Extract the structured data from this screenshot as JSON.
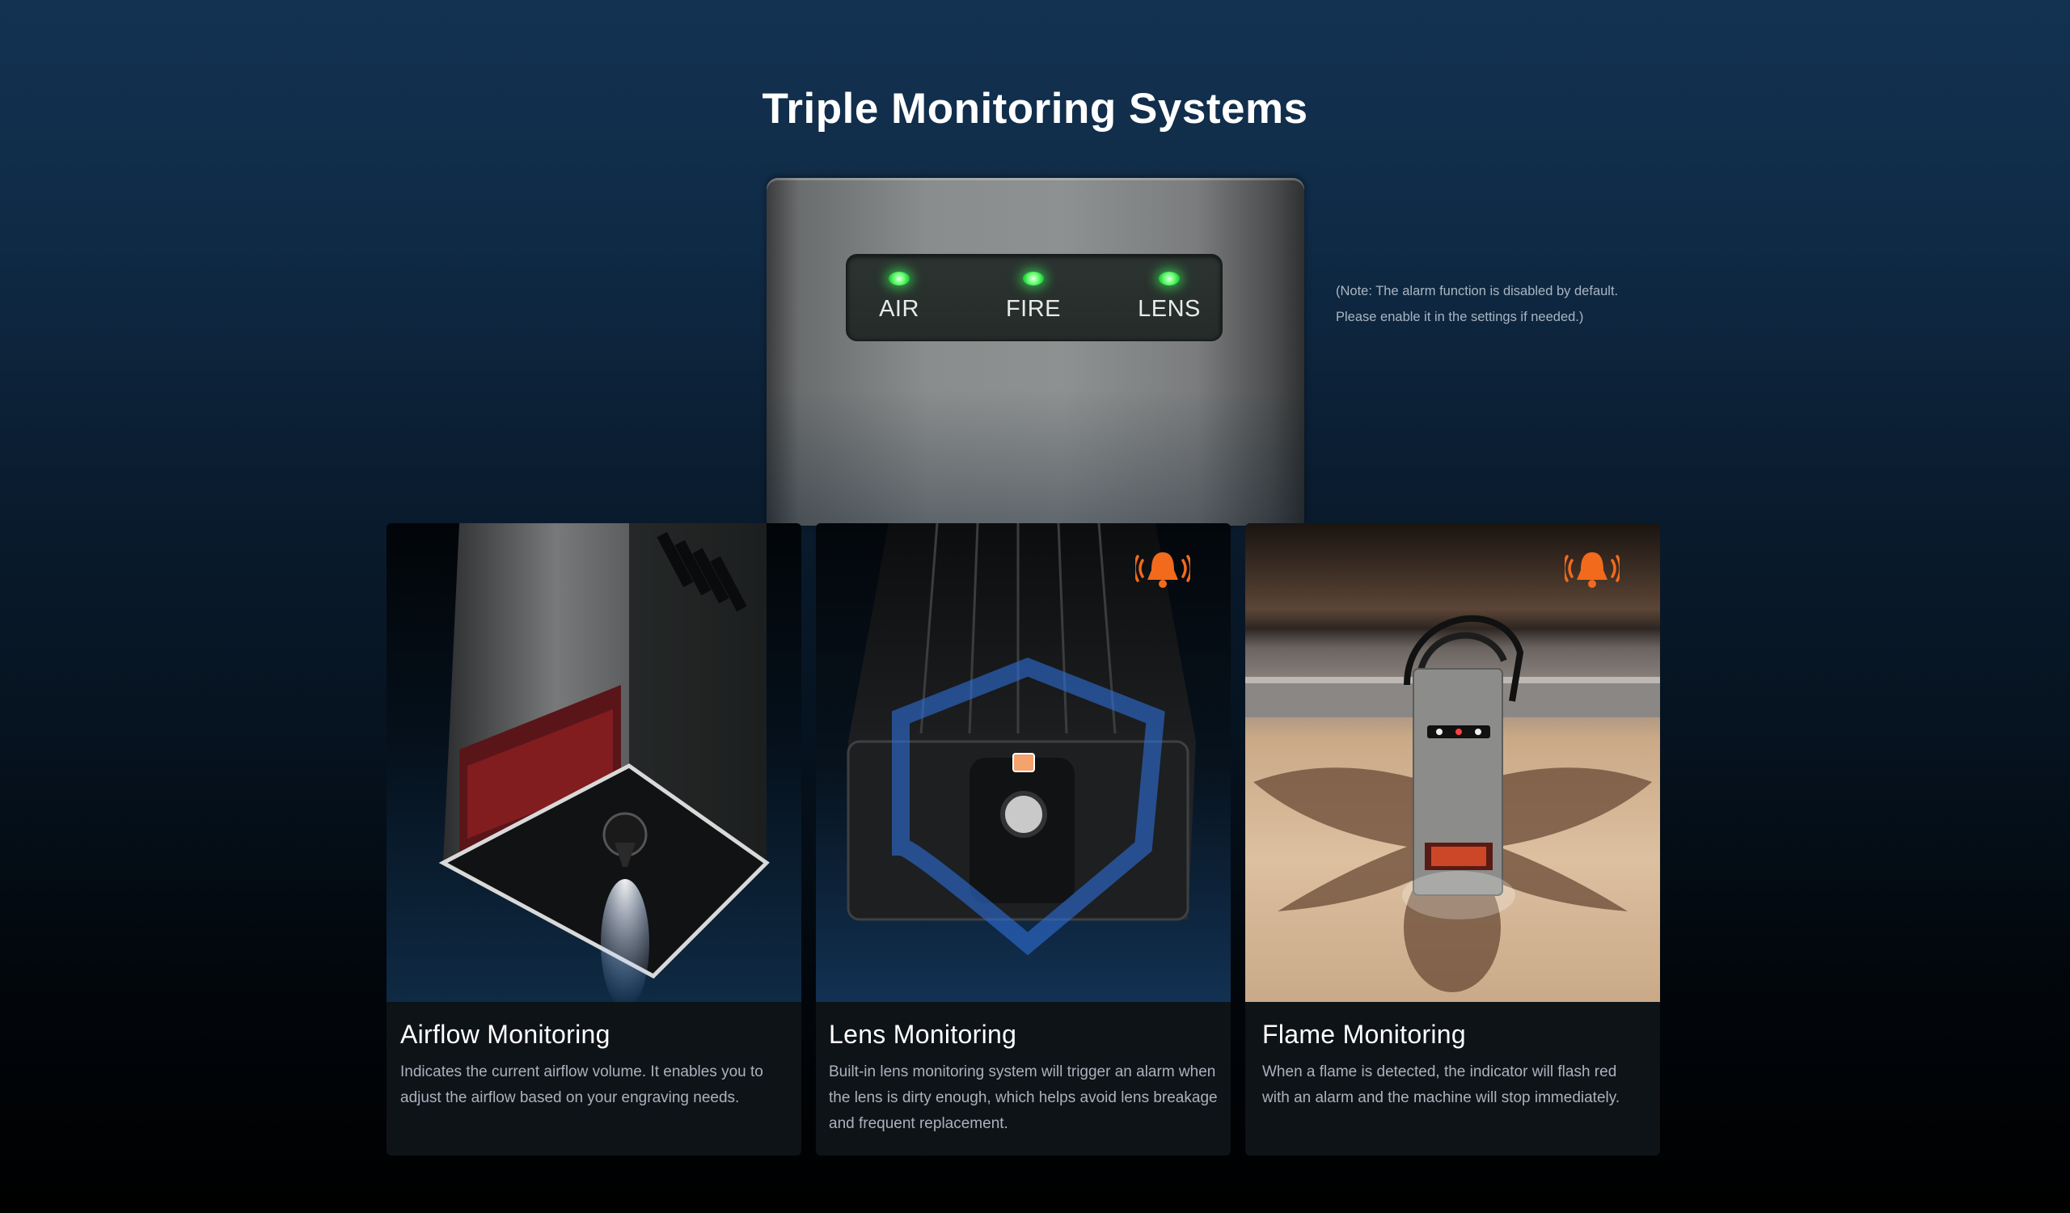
{
  "page": {
    "title": "Triple Monitoring Systems"
  },
  "status_panel": {
    "indicators": [
      {
        "label": "AIR",
        "led_color": "#4dff66"
      },
      {
        "label": "FIRE",
        "led_color": "#4dff66"
      },
      {
        "label": "LENS",
        "led_color": "#4dff66"
      }
    ]
  },
  "note": {
    "line1": "(Note: The alarm function is disabled by default.",
    "line2": "Please enable it in the settings if needed.)"
  },
  "cards": [
    {
      "title": "Airflow Monitoring",
      "description": "Indicates the current airflow volume. It enables you to adjust the airflow based on your engraving needs.",
      "alarm_icon": ""
    },
    {
      "title": "Lens Monitoring",
      "description": "Built-in lens monitoring system will trigger an alarm when the lens is dirty enough, which helps avoid lens breakage and frequent replacement.",
      "alarm_icon": "bell-icon"
    },
    {
      "title": "Flame Monitoring",
      "description": "When a flame is detected, the indicator will flash red with an alarm and the machine will stop immediately.",
      "alarm_icon": "bell-icon"
    }
  ],
  "colors": {
    "background_top": "#133252",
    "background_bottom": "#000000",
    "alarm_orange": "#f26a1b",
    "led_green": "#4dff66",
    "card_bg": "#0e1318"
  }
}
